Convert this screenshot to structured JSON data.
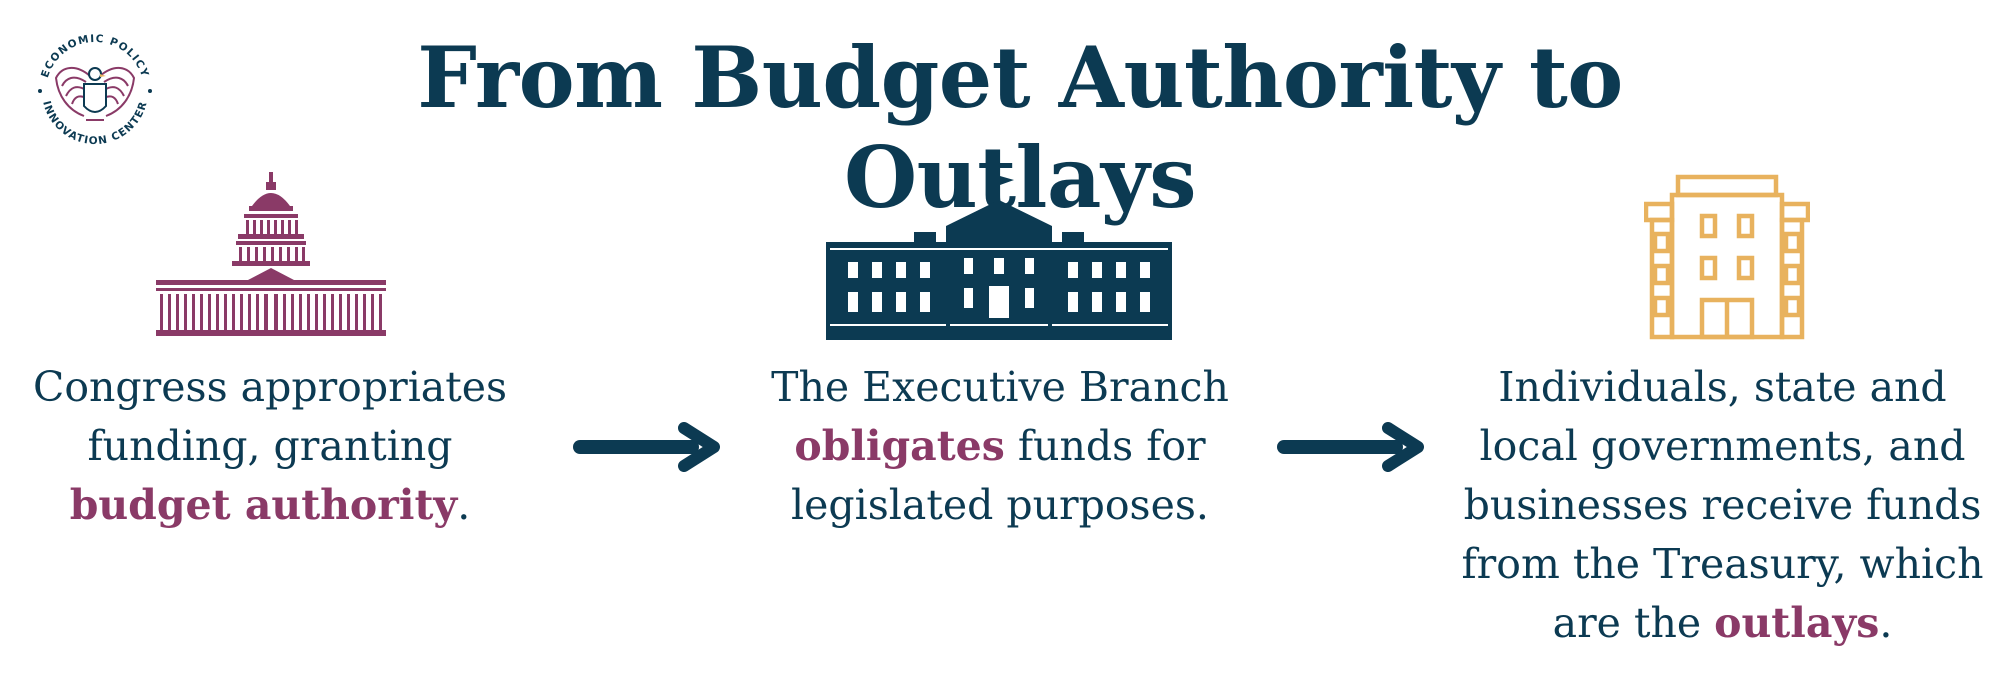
{
  "title": "From Budget Authority to Outlays",
  "logo": {
    "text_top": "ECONOMIC POLICY",
    "text_bottom": "INNOVATION CENTER",
    "icon": "eagle-seal-icon"
  },
  "colors": {
    "navy": "#0c3a52",
    "plum": "#8a3a67",
    "gold": "#e8b25e"
  },
  "steps": [
    {
      "icon": "capitol-icon",
      "before": "Congress appropriates funding, granting ",
      "highlight": "budget authority",
      "after": "."
    },
    {
      "icon": "white-house-icon",
      "before": "The Executive Branch ",
      "highlight": "obligates",
      "after": " funds for legislated purposes."
    },
    {
      "icon": "office-building-icon",
      "before": "Individuals, state and local governments, and businesses receive funds from the Treasury, which are the ",
      "highlight": "outlays",
      "after": "."
    }
  ],
  "arrows": [
    "arrow-right-icon",
    "arrow-right-icon"
  ]
}
